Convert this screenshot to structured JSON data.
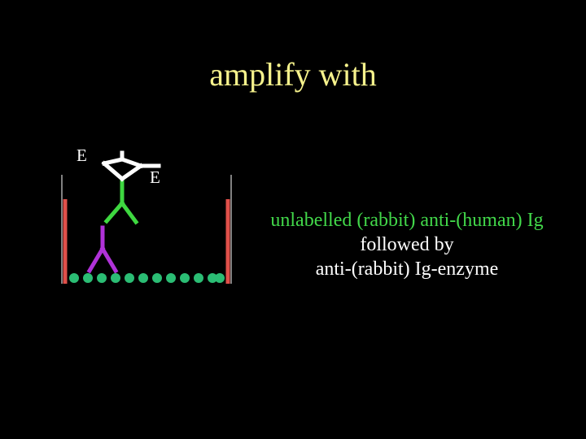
{
  "slide": {
    "title": "amplify with",
    "caption": {
      "line1": "unlabelled (rabbit) anti-(human) Ig",
      "line2": "followed by",
      "line3": "anti-(rabbit) Ig-enzyme"
    },
    "enzyme_labels": [
      "E",
      "E"
    ]
  },
  "colors": {
    "background": "#000000",
    "title": "#f6f28c",
    "caption_highlight": "#42d84a",
    "caption_text": "#ffffff",
    "well_wall": "#e0504a",
    "antigen_bead": "#2bbd74",
    "human_antibody": "#b032d8",
    "rabbit_antibody": "#3ed840",
    "enzyme_antibody": "#ffffff"
  }
}
